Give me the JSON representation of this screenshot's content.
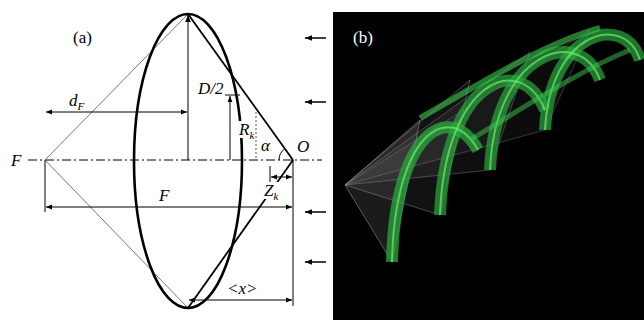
{
  "diagram": {
    "labels": [
      "(a)",
      "D/2",
      "dF",
      "Rk",
      "α",
      "O",
      "F",
      "F",
      "Zk",
      "<x>",
      "(b)"
    ]
  }
}
